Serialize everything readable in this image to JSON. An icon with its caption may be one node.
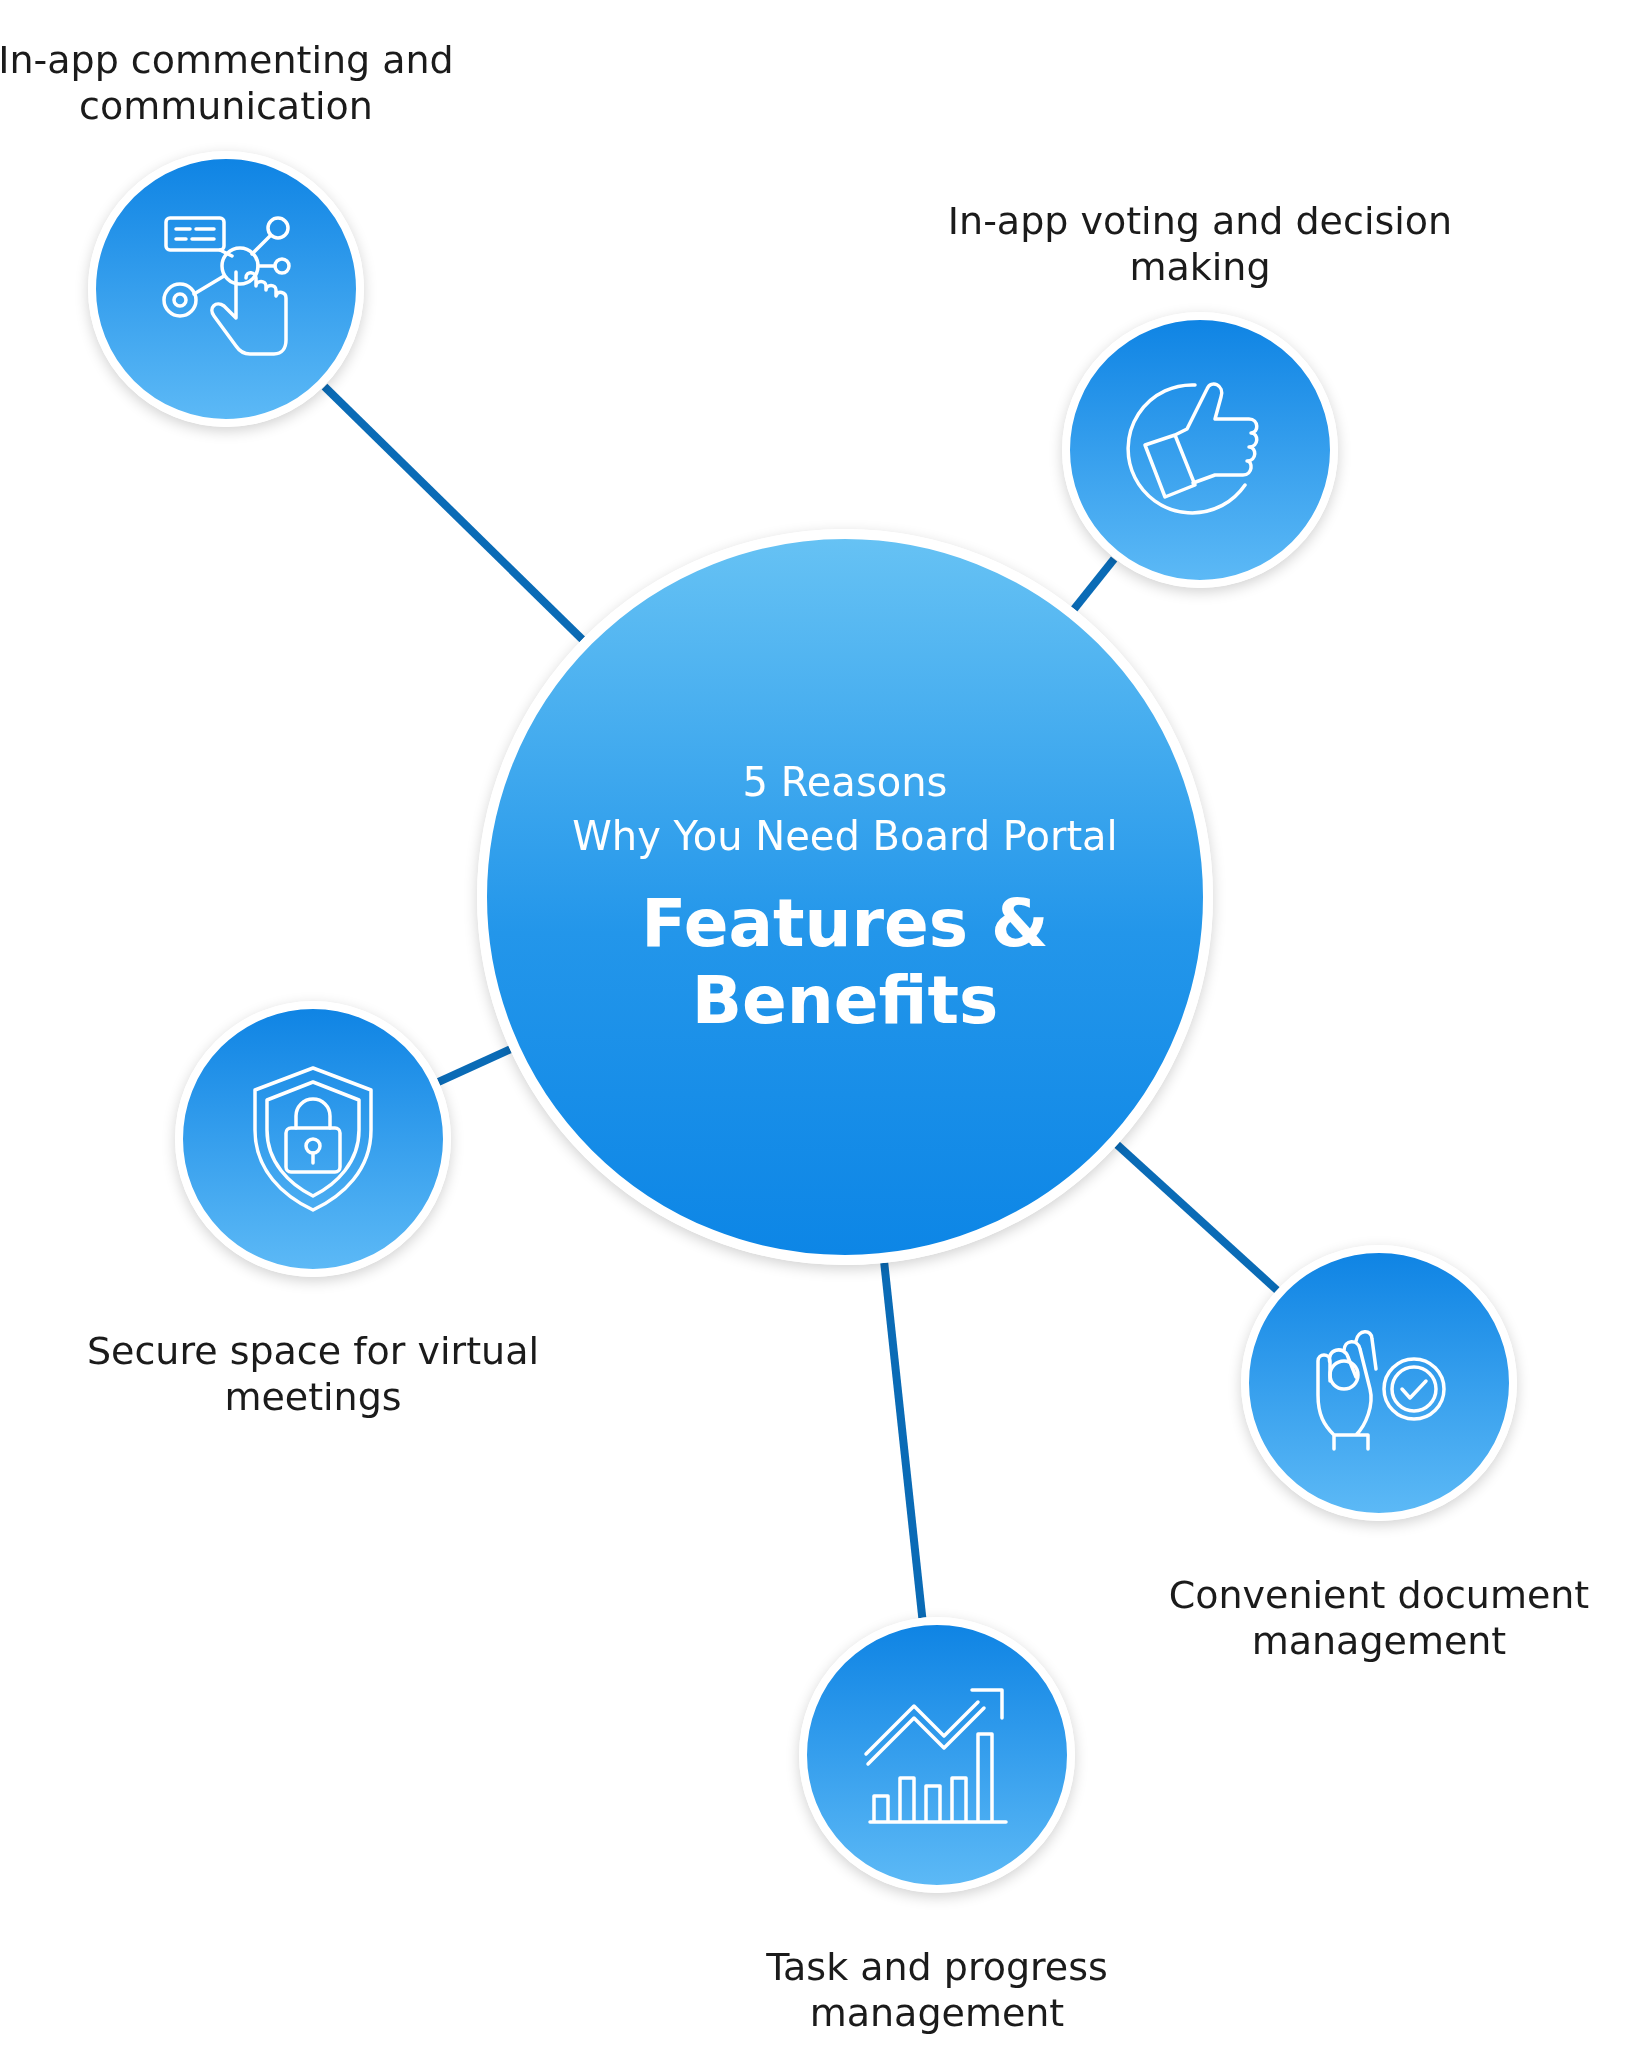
{
  "diagram": {
    "nodes": [
      {
        "text": [
          "In-app commenting and communication"
        ]
      },
      {
        "text": [
          "In-app voting and decision making"
        ]
      },
      {
        "text": [
          "5 Reasons",
          "Why You Need Board Portal",
          "Features & Benefits"
        ]
      },
      {
        "text": [
          "Secure space for virtual meetings"
        ]
      },
      {
        "text": [
          "Convenient document management"
        ]
      },
      {
        "text": [
          "Task and progress management"
        ]
      }
    ],
    "edges": [
      {
        "from": 2,
        "to": 0,
        "arrow": "none"
      },
      {
        "from": 2,
        "to": 1,
        "arrow": "none"
      },
      {
        "from": 2,
        "to": 3,
        "arrow": "none"
      },
      {
        "from": 2,
        "to": 4,
        "arrow": "none"
      },
      {
        "from": 2,
        "to": 5,
        "arrow": "none"
      }
    ]
  }
}
